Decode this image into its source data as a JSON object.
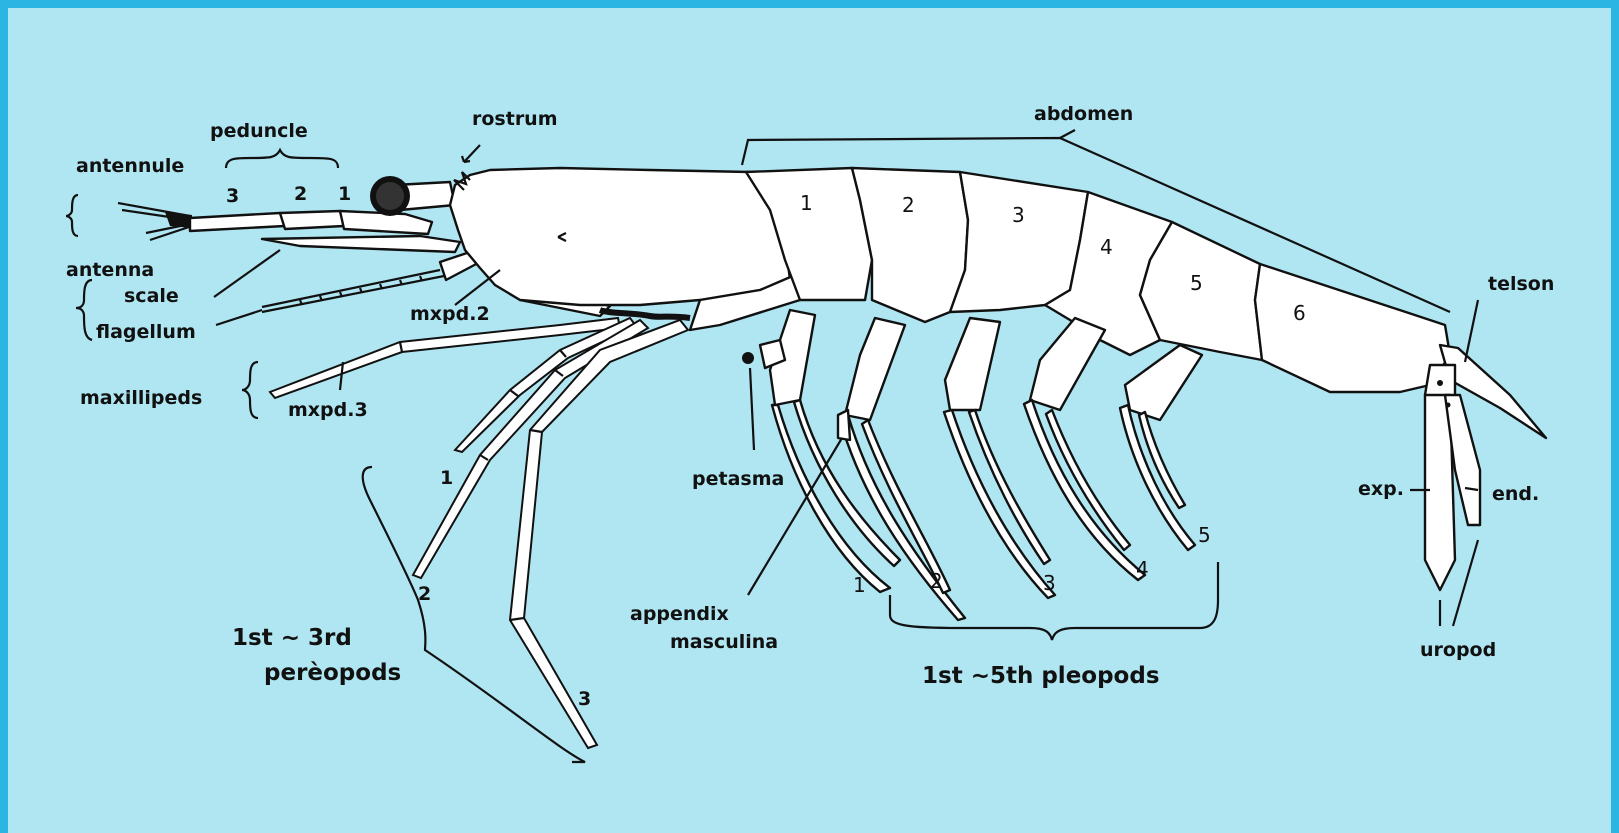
{
  "labels": {
    "antennule": "antennule",
    "peduncle": "peduncle",
    "peduncle_3": "3",
    "peduncle_2": "2",
    "peduncle_1": "1",
    "rostrum": "rostrum",
    "abdomen": "abdomen",
    "antenna": "antenna",
    "scale": "scale",
    "flagellum": "flagellum",
    "mxpd2": "mxpd.2",
    "maxillipeds": "maxillipeds",
    "mxpd3": "mxpd.3",
    "telson": "telson",
    "petasma": "petasma",
    "exp": "exp.",
    "end": "end.",
    "uropod": "uropod",
    "appendix_line1": "appendix",
    "appendix_line2": "masculina",
    "pereopods_line1": "1st ~ 3rd",
    "pereopods_line2": "perèopods",
    "pleopods": "1st ~5th pleopods",
    "pereopod_nums": [
      "1",
      "2",
      "3"
    ],
    "pleopod_nums": [
      "1",
      "2",
      "3",
      "4",
      "5"
    ],
    "abdomen_segments": [
      "1",
      "2",
      "3",
      "4",
      "5",
      "6"
    ]
  },
  "colors": {
    "background": "#b0e6f2",
    "border": "#2bb5e3",
    "ink": "#111111",
    "body_fill": "#ffffff"
  }
}
